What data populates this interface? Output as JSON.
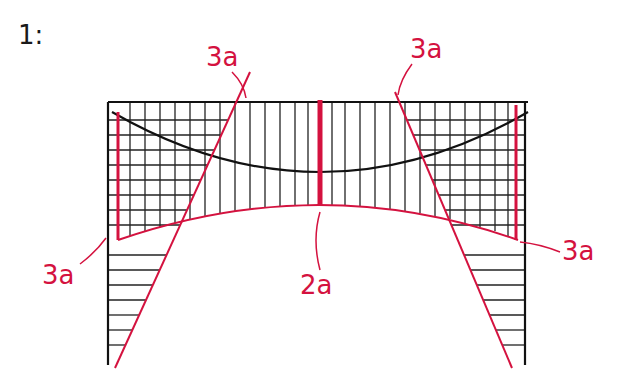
{
  "diagram": {
    "labels": [
      "1:",
      "3a",
      "3a",
      "3a",
      "2a",
      "3a"
    ]
  }
}
